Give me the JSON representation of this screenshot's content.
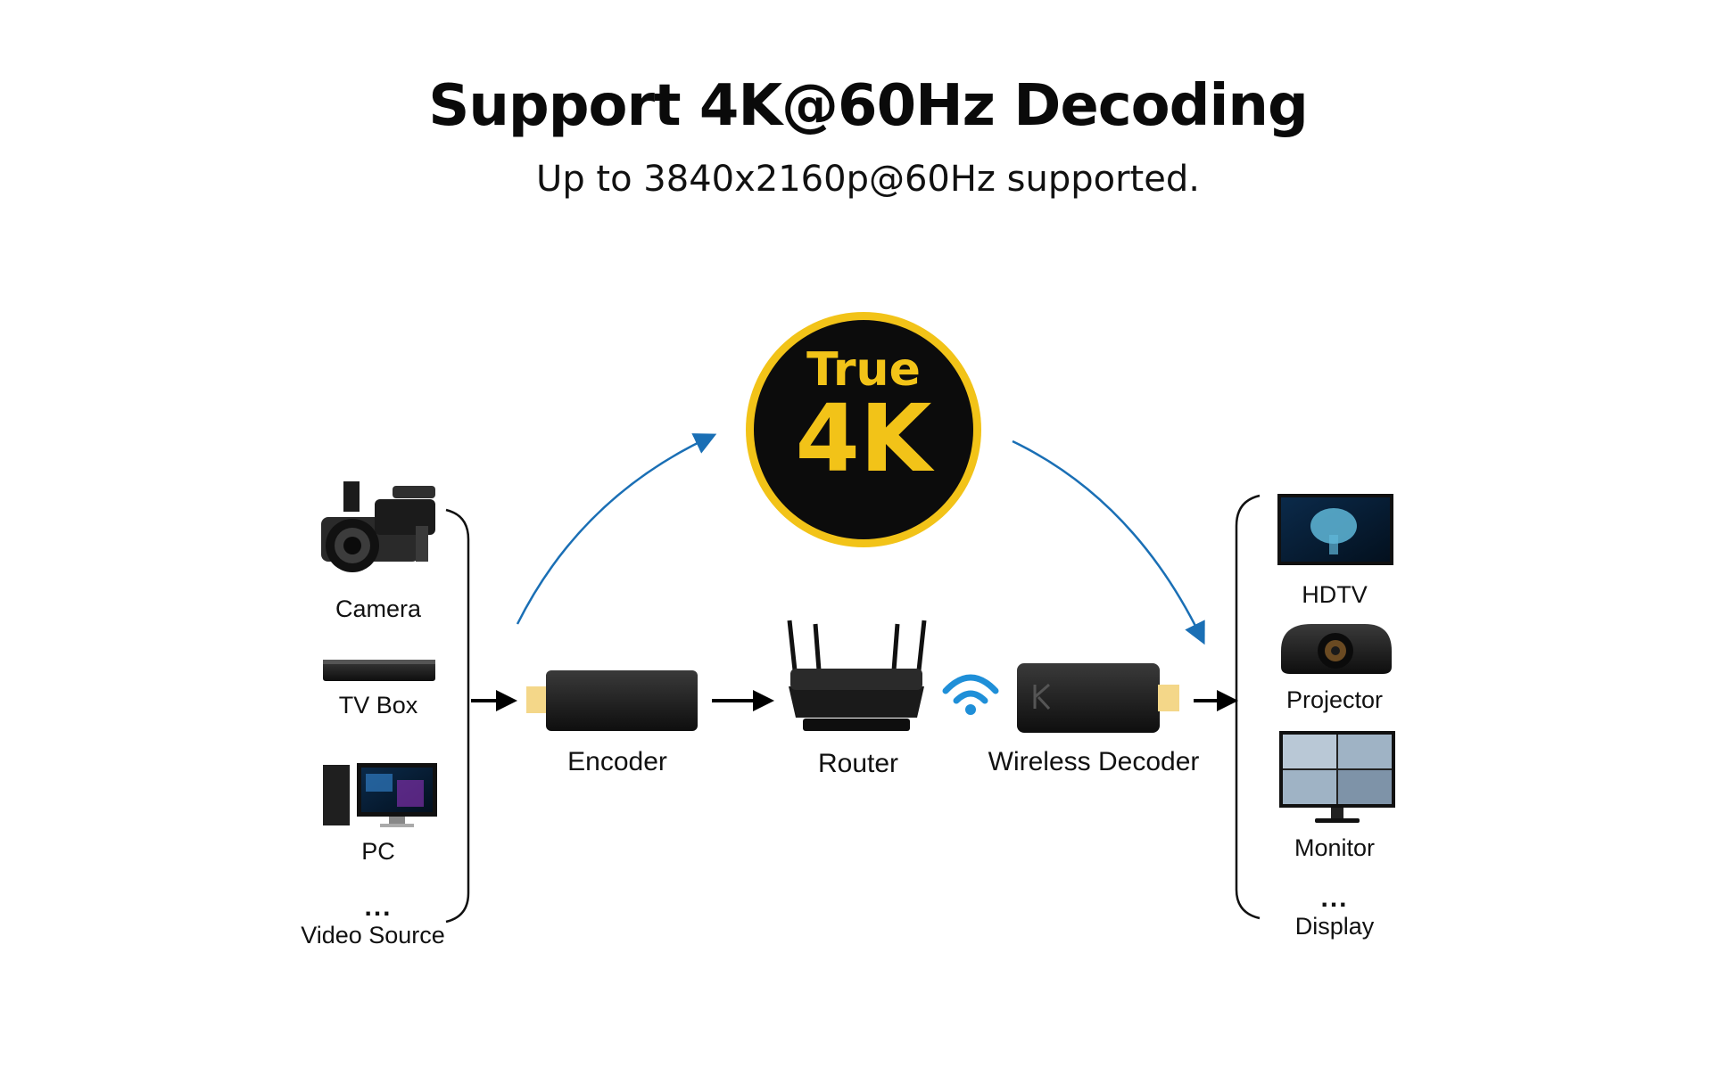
{
  "title": "Support 4K@60Hz Decoding",
  "subtitle": "Up to 3840x2160p@60Hz supported.",
  "badge": {
    "line1": "True",
    "line2": "4K"
  },
  "sources": {
    "camera": "Camera",
    "tvbox": "TV Box",
    "pc": "PC",
    "more_dots": "...",
    "more": "Video Source"
  },
  "chain": {
    "encoder": "Encoder",
    "router": "Router",
    "decoder": "Wireless Decoder"
  },
  "displays": {
    "hdtv": "HDTV",
    "projector": "Projector",
    "monitor": "Monitor",
    "more_dots": "...",
    "more": "Display"
  },
  "colors": {
    "arc": "#1a6fb5",
    "badge_ring": "#f2c318",
    "badge_text": "#f2c318",
    "badge_fill": "#0c0c0c",
    "wifi": "#1f8fd8"
  }
}
